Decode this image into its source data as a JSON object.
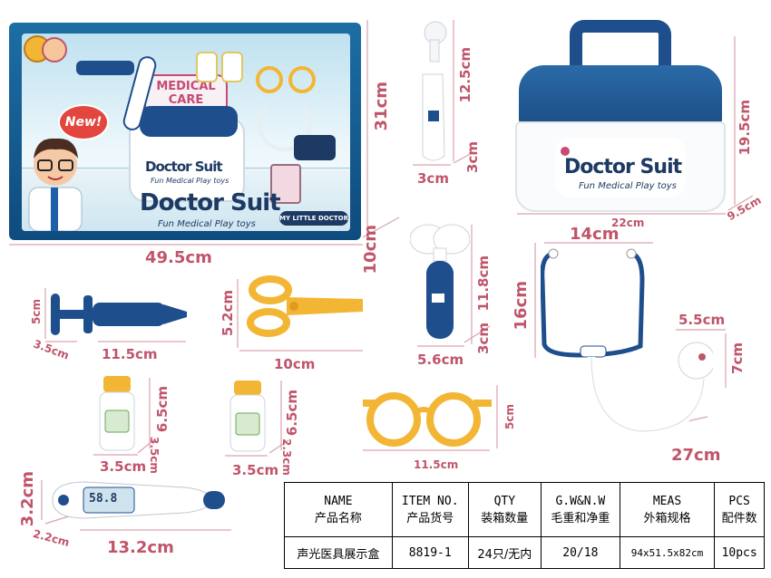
{
  "box": {
    "badge": "New!",
    "logo_top": "MEDICAL",
    "logo_bottom": "CARE",
    "brand": "Doctor Suit",
    "tagline": "Fun Medical Play toys",
    "pill": "MY LITTLE DOCTOR"
  },
  "case": {
    "brand": "Doctor Suit",
    "tagline": "Fun Medical Play toys"
  },
  "dimensions": {
    "box_height": "31cm",
    "box_width": "49.5cm",
    "box_depth": "10cm",
    "dropper_height": "12.5cm",
    "dropper_width": "3cm",
    "dropper_depth": "3cm",
    "case_height": "19.5cm",
    "case_width": "22cm",
    "case_depth": "9.5cm",
    "syringe_height": "5cm",
    "syringe_width": "11.5cm",
    "syringe_depth": "3.5cm",
    "scissors_height": "5.2cm",
    "scissors_width": "10cm",
    "hammer_height": "11.8cm",
    "hammer_width": "5.6cm",
    "hammer_depth": "3cm",
    "stetho_top": "14cm",
    "stetho_height": "16cm",
    "stetho_head_w": "5.5cm",
    "stetho_head_h": "7cm",
    "stetho_length": "27cm",
    "bottle1_height": "6.5cm",
    "bottle1_depth": "3.5cm",
    "bottle1_width": "3.5cm",
    "bottle2_height": "6.5cm",
    "bottle2_depth": "2.3cm",
    "bottle2_width": "3.5cm",
    "glasses_height": "5cm",
    "glasses_width": "11.5cm",
    "thermo_height": "3.2cm",
    "thermo_depth": "2.2cm",
    "thermo_width": "13.2cm"
  },
  "thermometer": {
    "display": "58.8"
  },
  "table": {
    "headers_en": [
      "NAME",
      "ITEM NO.",
      "QTY",
      "G.W&N.W",
      "MEAS",
      "PCS"
    ],
    "headers_cn": [
      "产品名称",
      "产品货号",
      "装箱数量",
      "毛重和净重",
      "外箱规格",
      "配件数"
    ],
    "row": [
      "声光医具展示盒",
      "8819-1",
      "24只/无内",
      "20/18",
      "94x51.5x82cm",
      "10pcs"
    ]
  },
  "colors": {
    "dimension_text": "#c0556a",
    "navy": "#1d3a64",
    "royal_blue": "#1e4e8c",
    "yellow": "#f2b634"
  }
}
